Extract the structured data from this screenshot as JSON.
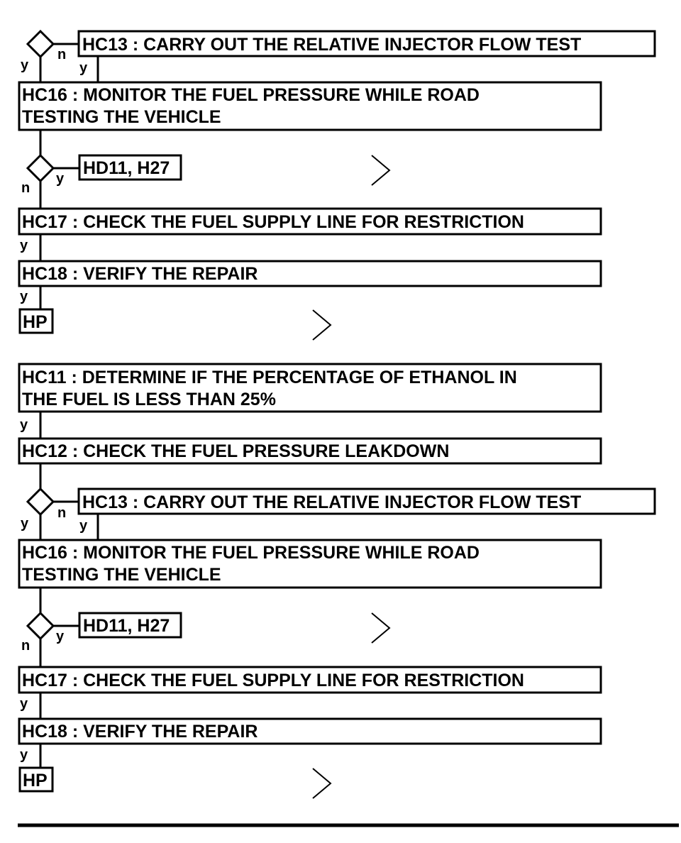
{
  "flowchart": {
    "ink_color": "#000000",
    "background": "#ffffff",
    "branch_labels": {
      "yes": "y",
      "no": "n"
    },
    "upper": {
      "hc13": "HC13 : CARRY OUT THE RELATIVE INJECTOR FLOW TEST",
      "hc16": [
        "HC16 : MONITOR THE FUEL PRESSURE WHILE ROAD",
        "TESTING THE VEHICLE"
      ],
      "hd11": "HD11, H27",
      "hc17": "HC17 : CHECK THE FUEL SUPPLY LINE FOR RESTRICTION",
      "hc18": "HC18 : VERIFY THE REPAIR",
      "hp": "HP"
    },
    "lower": {
      "hc11": [
        "HC11 : DETERMINE IF THE PERCENTAGE OF ETHANOL IN",
        "THE FUEL IS LESS THAN 25%"
      ],
      "hc12": "HC12 : CHECK THE FUEL PRESSURE LEAKDOWN",
      "hc13": "HC13 : CARRY OUT THE RELATIVE INJECTOR FLOW TEST",
      "hc16": [
        "HC16 : MONITOR THE FUEL PRESSURE WHILE ROAD",
        "TESTING THE VEHICLE"
      ],
      "hd11": "HD11, H27",
      "hc17": "HC17 : CHECK THE FUEL SUPPLY LINE FOR RESTRICTION",
      "hc18": "HC18 : VERIFY THE REPAIR",
      "hp": "HP"
    }
  }
}
